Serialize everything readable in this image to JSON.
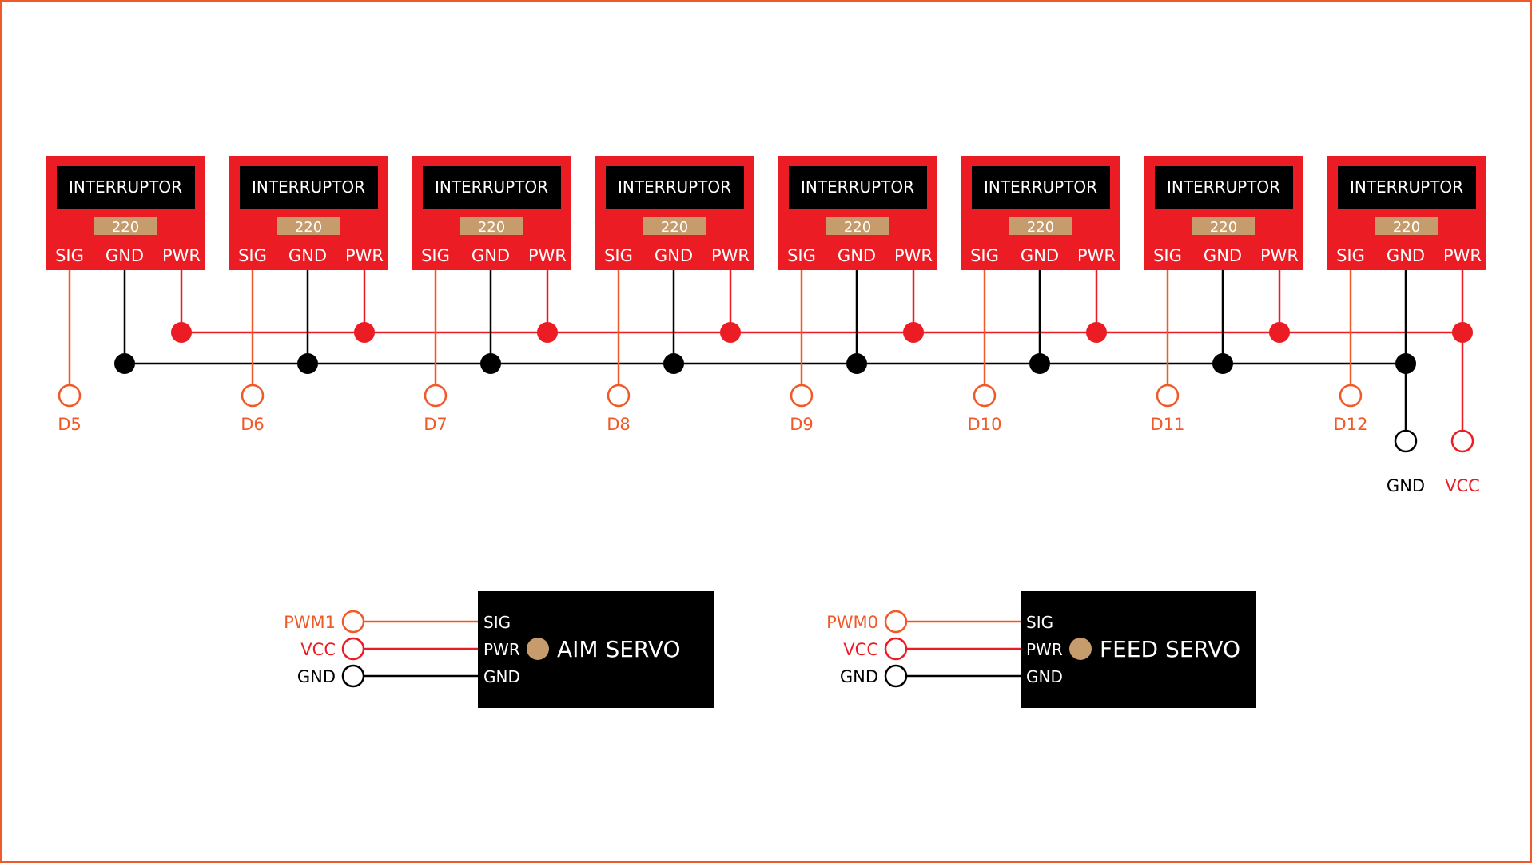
{
  "colors": {
    "frame": "#f05a28",
    "module_fill": "#ec1c24",
    "label_box": "#000000",
    "resistor": "#c69c6d",
    "module_text": "#ffffff",
    "signal": "#f05a28",
    "power": "#ec1c24",
    "ground": "#000000",
    "servo_body": "#000000",
    "servo_dot": "#c69c6d"
  },
  "modules": [
    {
      "title": "INTERRUPTOR",
      "resistor": "220",
      "pins": [
        "SIG",
        "GND",
        "PWR"
      ],
      "signal_label": "D5"
    },
    {
      "title": "INTERRUPTOR",
      "resistor": "220",
      "pins": [
        "SIG",
        "GND",
        "PWR"
      ],
      "signal_label": "D6"
    },
    {
      "title": "INTERRUPTOR",
      "resistor": "220",
      "pins": [
        "SIG",
        "GND",
        "PWR"
      ],
      "signal_label": "D7"
    },
    {
      "title": "INTERRUPTOR",
      "resistor": "220",
      "pins": [
        "SIG",
        "GND",
        "PWR"
      ],
      "signal_label": "D8"
    },
    {
      "title": "INTERRUPTOR",
      "resistor": "220",
      "pins": [
        "SIG",
        "GND",
        "PWR"
      ],
      "signal_label": "D9"
    },
    {
      "title": "INTERRUPTOR",
      "resistor": "220",
      "pins": [
        "SIG",
        "GND",
        "PWR"
      ],
      "signal_label": "D10"
    },
    {
      "title": "INTERRUPTOR",
      "resistor": "220",
      "pins": [
        "SIG",
        "GND",
        "PWR"
      ],
      "signal_label": "D11"
    },
    {
      "title": "INTERRUPTOR",
      "resistor": "220",
      "pins": [
        "SIG",
        "GND",
        "PWR"
      ],
      "signal_label": "D12"
    }
  ],
  "rail_terminals": {
    "ground_label": "GND",
    "power_label": "VCC"
  },
  "servos": [
    {
      "name": "AIM SERVO",
      "pins": [
        "SIG",
        "PWR",
        "GND"
      ],
      "terminals": [
        "PWM1",
        "VCC",
        "GND"
      ]
    },
    {
      "name": "FEED SERVO",
      "pins": [
        "SIG",
        "PWR",
        "GND"
      ],
      "terminals": [
        "PWM0",
        "VCC",
        "GND"
      ]
    }
  ]
}
